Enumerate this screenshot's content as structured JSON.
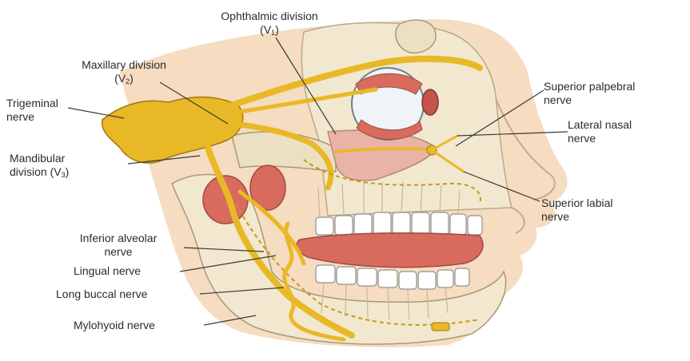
{
  "labels": {
    "ophthalmic": {
      "line1": "Ophthalmic division",
      "line2_prefix": "(V",
      "line2_sub": "1",
      "line2_suffix": ")"
    },
    "maxillary": {
      "line1": "Maxillary division",
      "line2_prefix": "(V",
      "line2_sub": "2",
      "line2_suffix": ")"
    },
    "trigeminal": {
      "line1": "Trigeminal",
      "line2": "nerve"
    },
    "mandibular": {
      "line1": "Mandibular",
      "line2_prefix": "division (V",
      "line2_sub": "3",
      "line2_suffix": ")"
    },
    "superior_palpebral": {
      "line1": "Superior palpebral",
      "line2": "nerve"
    },
    "lateral_nasal": {
      "line1": "Lateral nasal",
      "line2": "nerve"
    },
    "superior_labial": {
      "line1": "Superior labial",
      "line2": "nerve"
    },
    "inferior_alveolar": {
      "line1": "Inferior alveolar",
      "line2": "nerve"
    },
    "lingual": {
      "line1": "Lingual nerve"
    },
    "long_buccal": {
      "line1": "Long buccal nerve"
    },
    "mylohyoid": {
      "line1": "Mylohyoid nerve"
    }
  },
  "colors": {
    "skin": "#f6dcc0",
    "bone": "#f1e8cf",
    "nerve": "#e9b826",
    "muscle": "#d96a5e",
    "gum": "#e08a82",
    "outline": "#5a4a3a"
  }
}
